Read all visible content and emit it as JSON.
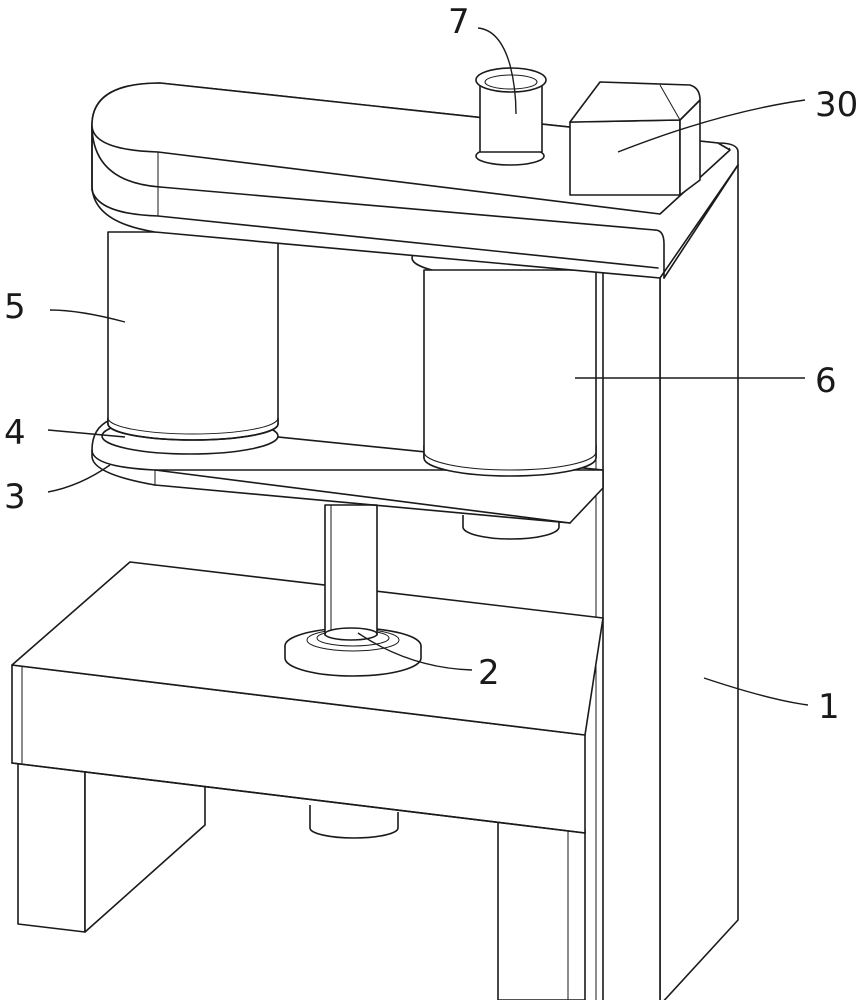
{
  "labels": {
    "l1": "1",
    "l2": "2",
    "l3": "3",
    "l4": "4",
    "l5": "5",
    "l6": "6",
    "l7": "7",
    "l30": "30"
  }
}
